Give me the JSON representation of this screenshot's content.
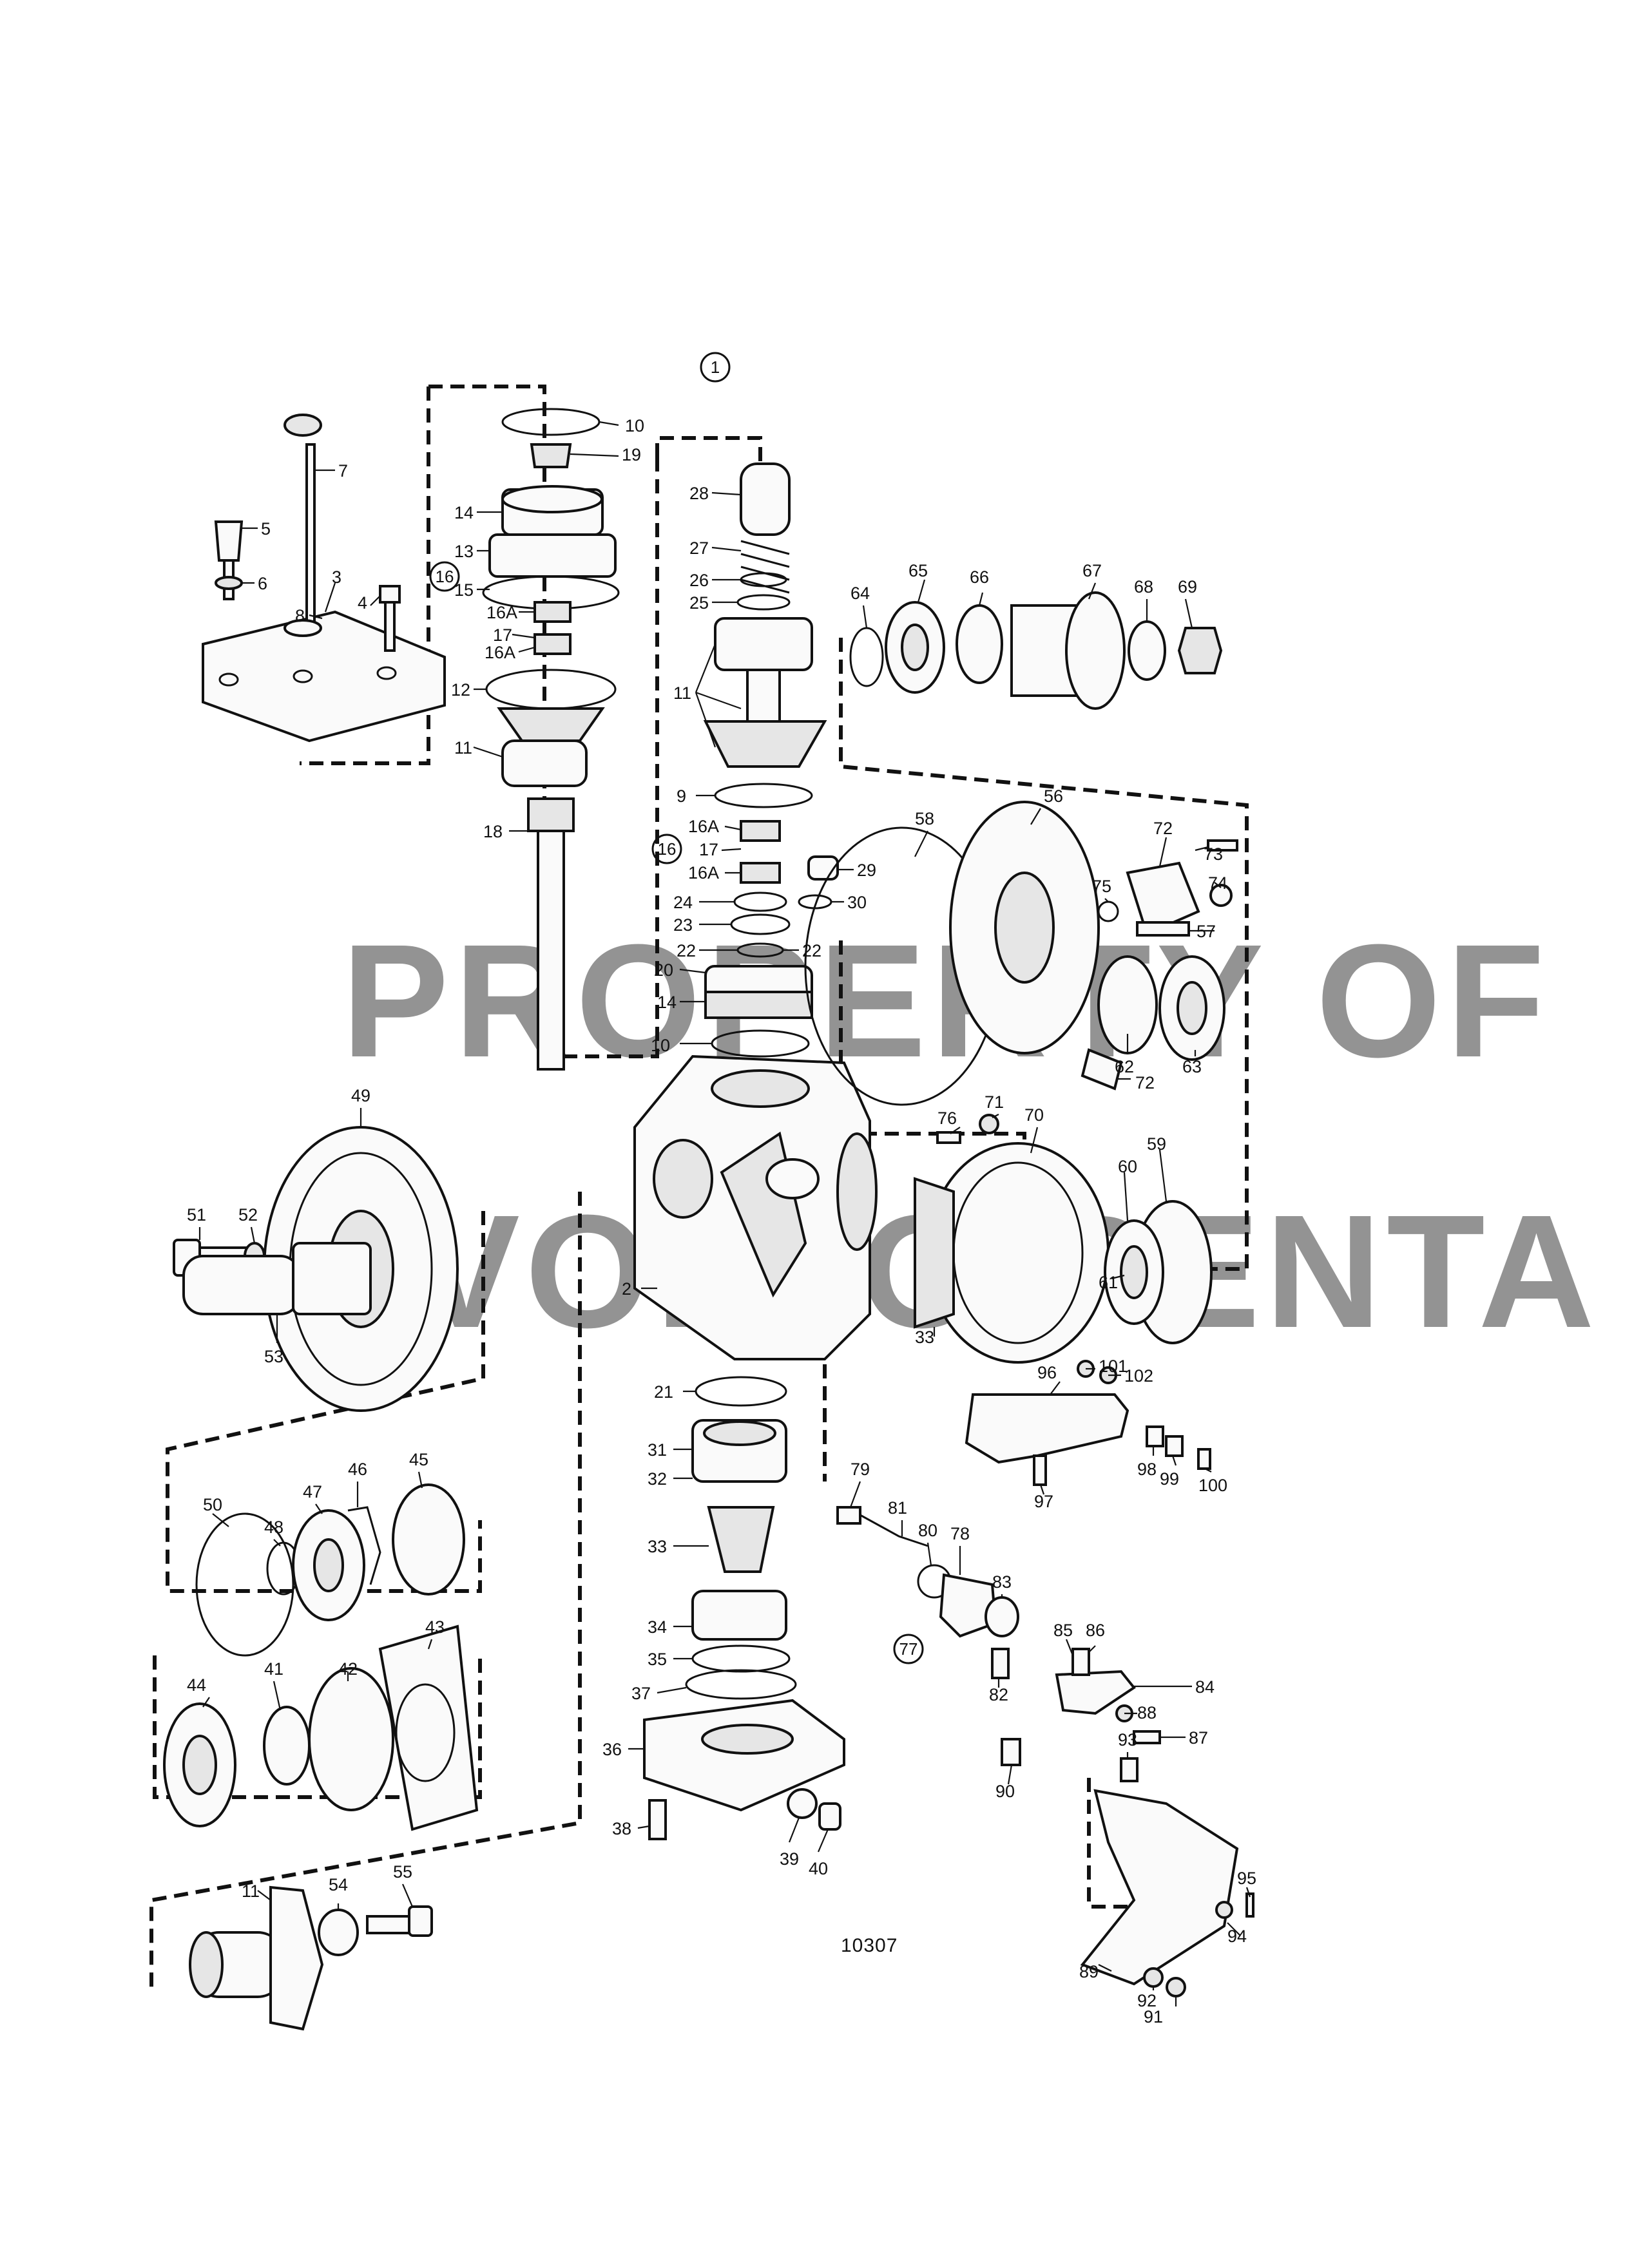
{
  "figure_number": "10307",
  "watermark": {
    "line1": "PROPERTY OF",
    "line2": "VOLVO PENTA"
  },
  "callouts": [
    "1",
    "2",
    "3",
    "4",
    "5",
    "6",
    "7",
    "8",
    "9",
    "10",
    "10",
    "10",
    "11",
    "11",
    "11",
    "11",
    "12",
    "13",
    "14",
    "14",
    "15",
    "16",
    "16",
    "16A",
    "16A",
    "16A",
    "16A",
    "17",
    "17",
    "18",
    "19",
    "20",
    "21",
    "22",
    "22",
    "23",
    "24",
    "25",
    "26",
    "27",
    "28",
    "29",
    "30",
    "31",
    "32",
    "33",
    "33",
    "34",
    "35",
    "36",
    "37",
    "38",
    "39",
    "40",
    "41",
    "42",
    "43",
    "44",
    "45",
    "46",
    "47",
    "48",
    "49",
    "50",
    "51",
    "52",
    "53",
    "54",
    "55",
    "56",
    "57",
    "58",
    "59",
    "60",
    "61",
    "62",
    "63",
    "64",
    "65",
    "66",
    "67",
    "68",
    "69",
    "70",
    "71",
    "72",
    "72",
    "73",
    "74",
    "75",
    "76",
    "77",
    "78",
    "79",
    "80",
    "81",
    "82",
    "83",
    "84",
    "85",
    "86",
    "87",
    "88",
    "89",
    "90",
    "91",
    "92",
    "93",
    "94",
    "95",
    "96",
    "97",
    "98",
    "99",
    "100",
    "101",
    "102"
  ]
}
